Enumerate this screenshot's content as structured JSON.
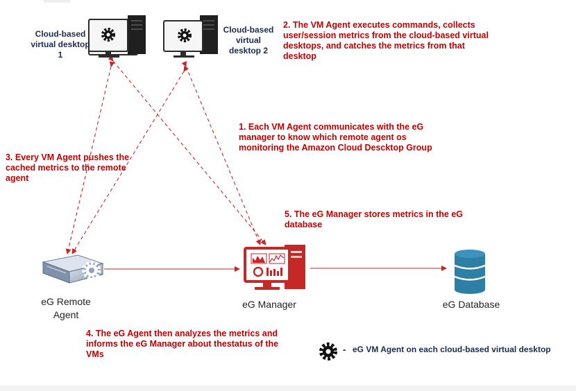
{
  "nodes": {
    "desktop1": "Cloud-based virtual desktop 1",
    "desktop2": "Cloud-based virtual desktop 2",
    "remote_agent": "eG Remote Agent",
    "manager": "eG Manager",
    "database": "eG Database"
  },
  "steps": {
    "step1": "1. Each VM Agent communicates with the eG manager to know which remote agent os monitoring the Amazon Cloud Descktop Group",
    "step2": "2. The VM Agent executes commands, collects user/session metrics from the cloud-based virtual desktops, and catches the metrics from that desktop",
    "step3": "3. Every VM Agent pushes the cached metrics to the remote agent",
    "step4": "4. The eG Agent then analyzes the metrics and informs the eG Manager about thestatus of the VMs",
    "step5": "5. The eG Manager stores metrics in the eG database"
  },
  "legend": {
    "dash": "-",
    "text": "eG VM Agent on each cloud-based virtual desktop"
  },
  "colors": {
    "accent_red": "#c00000",
    "label_navy": "#1c2a4d",
    "database_blue": "#2e7fa6"
  }
}
